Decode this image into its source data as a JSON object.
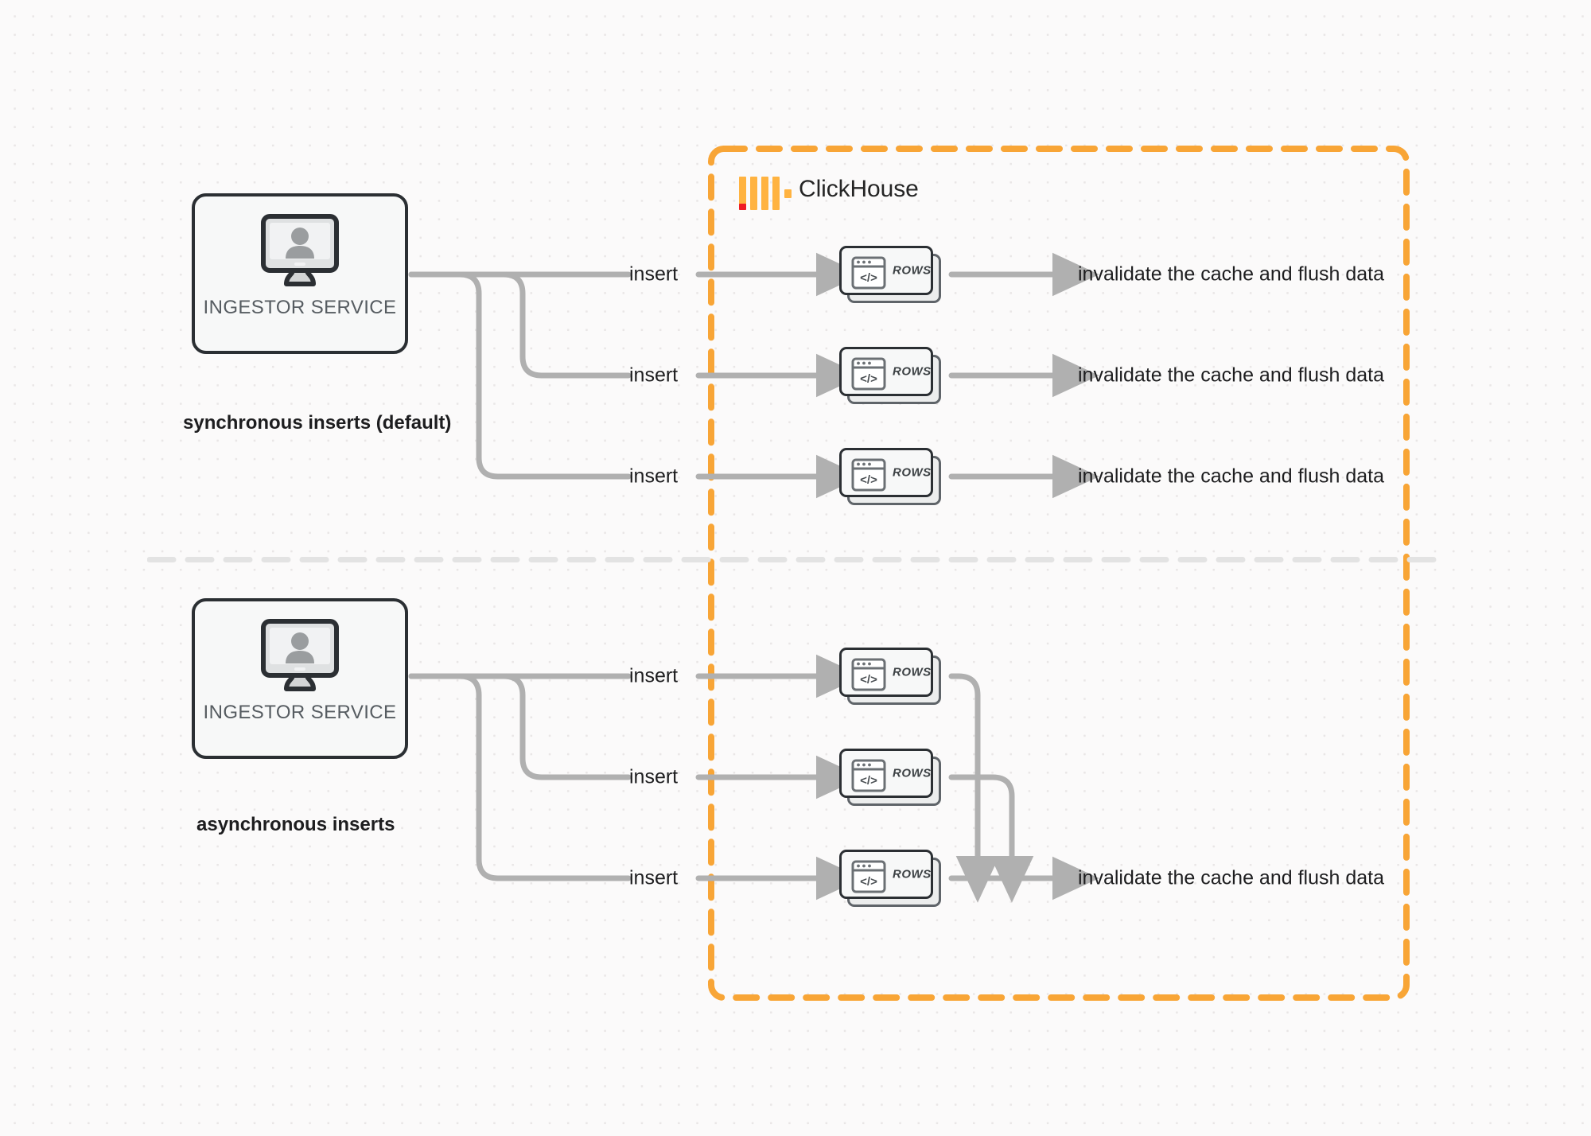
{
  "diagram": {
    "title": "ClickHouse synchronous vs asynchronous inserts",
    "colors": {
      "boundary_orange": "#f8a536",
      "wire_gray": "#b0b0b0",
      "box_outline": "#2b2f33",
      "background": "#fbfafa",
      "dot_grid": "#e9e6e6",
      "logo_yellow": "#ffb341",
      "logo_red": "#ef1b24",
      "text_dark": "#1d1d1f",
      "label_gray": "#565c61",
      "divider_gray": "#e3e3e3"
    }
  },
  "clickhouse": {
    "logo_name": "clickhouse-logo-icon",
    "wordmark": "ClickHouse"
  },
  "sections": [
    {
      "id": "synchronous",
      "caption": "synchronous inserts (default)",
      "service": {
        "label": "INGESTOR SERVICE",
        "icon": "monitor-user-icon"
      },
      "rows": [
        {
          "insert_label": "insert",
          "card_text": "ROWS",
          "card_icon": "code-window-icon",
          "outcome_label": "invalidate the cache and flush data"
        },
        {
          "insert_label": "insert",
          "card_text": "ROWS",
          "card_icon": "code-window-icon",
          "outcome_label": "invalidate the cache and flush data"
        },
        {
          "insert_label": "insert",
          "card_text": "ROWS",
          "card_icon": "code-window-icon",
          "outcome_label": "invalidate the cache and flush data"
        }
      ]
    },
    {
      "id": "asynchronous",
      "caption": "asynchronous inserts",
      "service": {
        "label": "INGESTOR SERVICE",
        "icon": "monitor-user-icon"
      },
      "rows": [
        {
          "insert_label": "insert",
          "card_text": "ROWS",
          "card_icon": "code-window-icon"
        },
        {
          "insert_label": "insert",
          "card_text": "ROWS",
          "card_icon": "code-window-icon"
        },
        {
          "insert_label": "insert",
          "card_text": "ROWS",
          "card_icon": "code-window-icon"
        }
      ],
      "merged_outcome_label": "invalidate the cache and flush data"
    }
  ]
}
